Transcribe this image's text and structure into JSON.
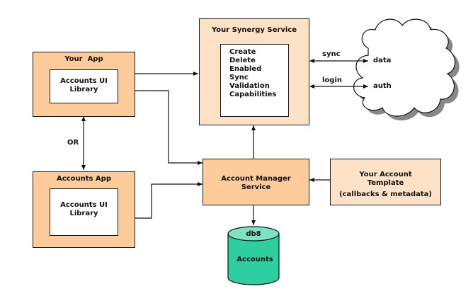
{
  "your_app": {
    "title": "Your  App",
    "inner_line1": "Accounts UI",
    "inner_line2": "Library"
  },
  "accounts_app": {
    "title": "Accounts App",
    "inner_line1": "Accounts UI",
    "inner_line2": "Library"
  },
  "or_label": "OR",
  "synergy": {
    "title": "Your Synergy Service",
    "capabilities": [
      "Create",
      "Delete",
      "Enabled",
      "Sync",
      "Validation",
      "Capabilities"
    ]
  },
  "cloud": {
    "sync_label": "sync",
    "login_label": "login",
    "data_label": "data",
    "auth_label": "auth"
  },
  "account_manager": {
    "line1": "Account Manager",
    "line2": "Service"
  },
  "template": {
    "line1": "Your Account",
    "line2": "Template",
    "line3": "(callbacks & metadata)"
  },
  "db": {
    "top_label": "db8",
    "body_label": "Accounts"
  },
  "colors": {
    "orange": "#fecb9a",
    "peach": "#fee2c8",
    "db_green": "#2ecf9f",
    "db_top": "#7fe3c3"
  }
}
